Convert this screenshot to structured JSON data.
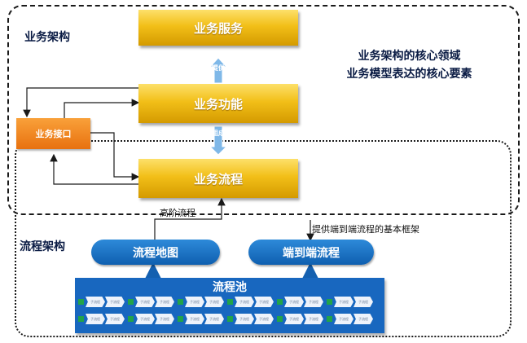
{
  "layers": {
    "business": {
      "label": "业务架构"
    },
    "process": {
      "label": "流程架构"
    }
  },
  "business_boxes": {
    "service": "业务服务",
    "function": "业务功能",
    "flow": "业务流程"
  },
  "interface_box": "业务接口",
  "up_arrows": {
    "a1": "提供",
    "a2": "组成"
  },
  "labels": {
    "high_level_flow": "高阶流程",
    "e2e_note": "提供端到端流程的基本框架"
  },
  "right_text": {
    "line1": "业务架构的核心领域",
    "line2": "业务模型表达的核心要素"
  },
  "process_items": {
    "map": "流程地图",
    "e2e": "端到端流程",
    "pool": "流程池"
  },
  "pool_cell_text": "子流程",
  "colors": {
    "gold": "#f2bf18",
    "orange": "#e8710f",
    "blue": "#1867bf",
    "green": "#21a34a",
    "arrow_blue": "#7fb8e8"
  }
}
